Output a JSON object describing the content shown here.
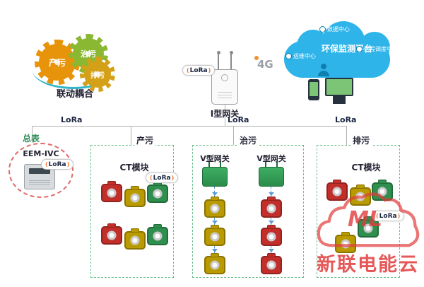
{
  "palette": {
    "cloud_blue": "#2fb4e9",
    "zone_border_green": "#6fbf8f",
    "meter_circle_red": "#e06a6a",
    "module_red": "#c22f2a",
    "module_yellow": "#b99a00",
    "module_green": "#2f8f4e",
    "v_gateway_green": "#2a8c4a",
    "gear_orange": "#e8940a",
    "gear_green": "#8ab833",
    "gear_yellow": "#d4a017",
    "watermark_red": "#e23c3c",
    "line_gray": "#b0b0b0",
    "arrow_blue": "#5b9bd5",
    "lora_accent_orange": "#e8772e"
  },
  "lora_label": "LoRa",
  "gears": {
    "caption": "联动耦合",
    "items": [
      {
        "label": "产污"
      },
      {
        "label": "治污"
      },
      {
        "label": "排污"
      }
    ]
  },
  "gateway": {
    "label": "I型网关"
  },
  "network": {
    "label_4g": "4G"
  },
  "cloud": {
    "title": "环保监测平台",
    "badge_top": "数据中心",
    "badge_left": "运维中心",
    "badge_right": "远程调度中心"
  },
  "bus": {
    "labels": [
      "LoRa",
      "LoRa",
      "LoRa"
    ]
  },
  "meter": {
    "label": "总表",
    "model": "EEM-IVC"
  },
  "zones": {
    "chanwu": {
      "label": "产污",
      "module_label": "CT模块"
    },
    "zhiwu": {
      "label": "治污",
      "gateway_left_label": "V型网关",
      "gateway_right_label": "V型网关"
    },
    "paiwu": {
      "label": "排污",
      "module_label": "CT模块"
    }
  },
  "watermark": {
    "logo": "ML",
    "text": "新联电能云"
  }
}
